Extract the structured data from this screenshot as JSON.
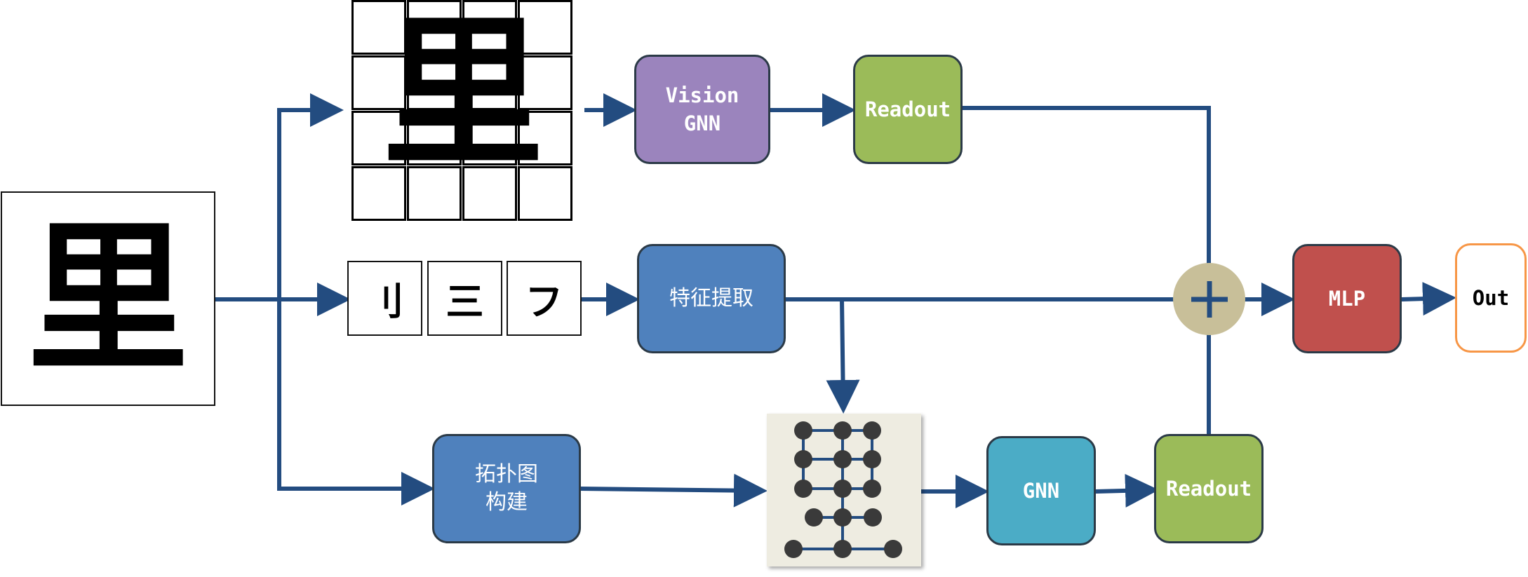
{
  "colors": {
    "arrow": "#234c80",
    "vision_gnn": "#9b84bd",
    "readout": "#9bbb59",
    "blue_block": "#4f81bd",
    "gnn": "#4bacc6",
    "mlp": "#c0504d",
    "out_border": "#f79646",
    "plus_fill": "#c8bf99",
    "graph_panel": "#eeece1",
    "graph_node": "#3a3a3a"
  },
  "input": {
    "character": "里"
  },
  "patches": {
    "rows": 4,
    "cols": 4
  },
  "strokes": [
    "刂",
    "三",
    "フ"
  ],
  "blocks": {
    "vision_gnn": "Vision\nGNN",
    "readout_top": "Readout",
    "feature_extraction": "特征提取",
    "topology_build": "拓扑图\n构建",
    "gnn": "GNN",
    "readout_bottom": "Readout",
    "mlp": "MLP",
    "out": "Out"
  },
  "icons": {
    "fusion": "plus-icon",
    "graph": "graph-icon"
  }
}
